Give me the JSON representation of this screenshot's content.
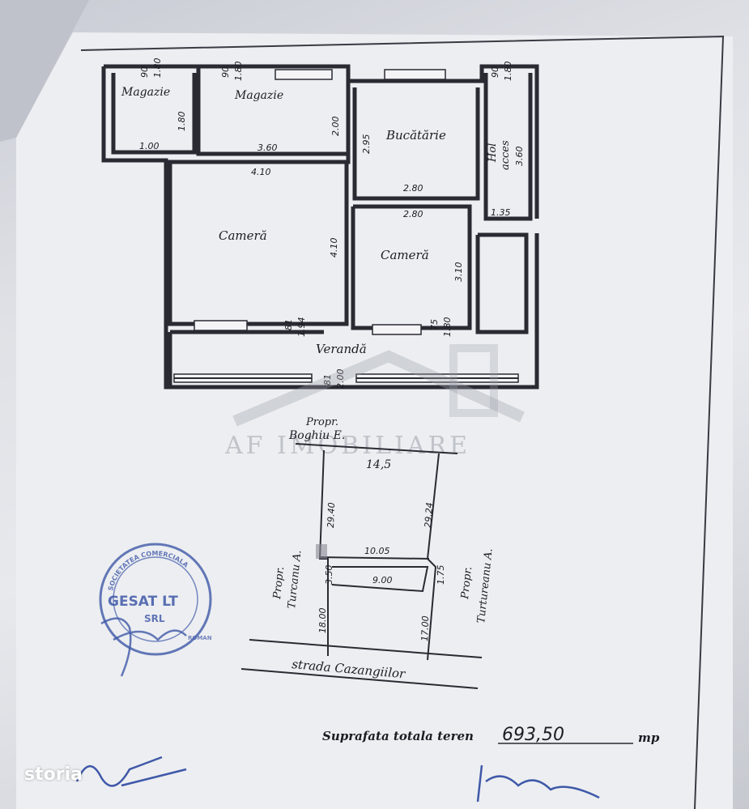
{
  "rooms": {
    "magazie_1": {
      "label": "Magazie",
      "w": "1.80",
      "h": "1.80",
      "width_dim": "1.00",
      "top_a": "90",
      "top_b": "1.80"
    },
    "magazie_2": {
      "label": "Magazie",
      "w": "3.60",
      "h": "2.00",
      "top_a": "90",
      "top_b": "1.80"
    },
    "bucatarie": {
      "label": "Bucătărie",
      "w": "2.80",
      "h": "2.95"
    },
    "hol": {
      "label": "Hol",
      "label2": "acces",
      "h": "3.60",
      "w": "1.35",
      "top_a": "90",
      "top_b": "1.80"
    },
    "camera_1": {
      "label": "Cameră",
      "w": "4.10",
      "h": "4.10",
      "win_a": "81",
      "win_b": "1.94"
    },
    "camera_2": {
      "label": "Cameră",
      "w": "2.80",
      "h": "3.10",
      "win_a": "75",
      "win_b": "1.80"
    },
    "veranda": {
      "label": "Verandă",
      "win_a": "81",
      "win_b": "2.00"
    }
  },
  "site": {
    "top_owner_1": "Propr.",
    "top_owner_2": "Boghiu E.",
    "top_width": "14,5",
    "left_owner_1": "Propr.",
    "left_owner_2": "Turcanu A.",
    "right_owner_1": "Propr.",
    "right_owner_2": "Turtureanu A.",
    "left_upper": "29.40",
    "right_upper": "29.24",
    "mid_width": "10.05",
    "house_depth_l": "3.50",
    "house_width": "9.00",
    "house_depth_r": "1.75",
    "left_lower": "18.00",
    "right_lower": "17.00",
    "street": "strada Cazangiilor"
  },
  "footer": {
    "area_label": "Suprafata totala teren",
    "area_value": "693,50",
    "area_unit": "mp"
  },
  "stamp": {
    "top_line": "SOCIETATEA COMERCIALA",
    "name": "GESAT LT",
    "type": "SRL",
    "city": "ROMAN"
  },
  "watermark": {
    "text": "AF IMOBILIARE"
  },
  "brand": {
    "name": "storia"
  },
  "colors": {
    "stamp": "#3f58a8",
    "ink": "#2a2a33",
    "watermark": "#9da1aa"
  }
}
